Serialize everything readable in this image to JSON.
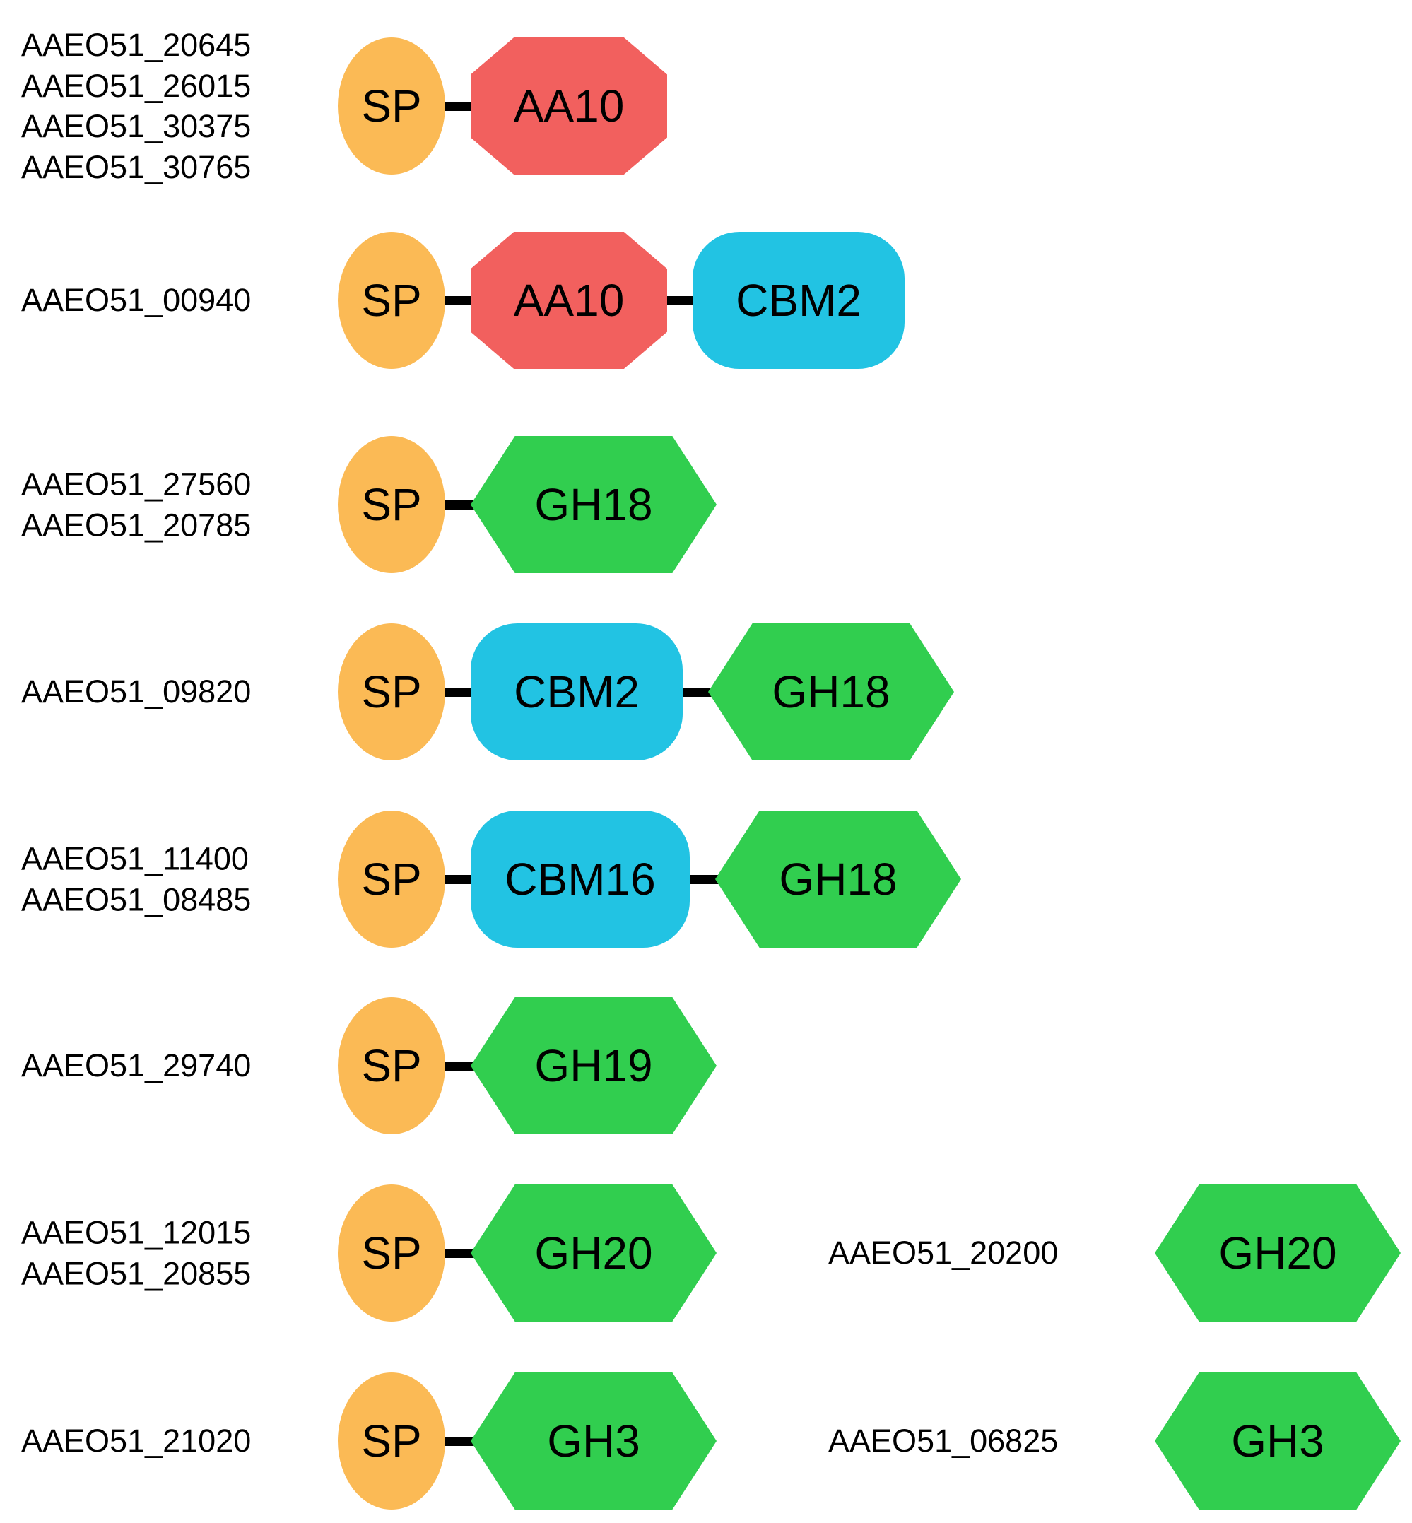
{
  "figure": {
    "description": "Protein domain architecture diagram of AAEO51 genes",
    "background": "#ffffff"
  },
  "palette": {
    "sp": "#FBBA55",
    "aa10": "#F2605E",
    "cbm": "#22C3E3",
    "gh": "#31CE4F",
    "connector": "#000000",
    "text": "#000000"
  },
  "rows": [
    {
      "genes": [
        "AAEO51_20645",
        "AAEO51_26015",
        "AAEO51_30375",
        "AAEO51_30765"
      ],
      "domains": [
        {
          "type": "sp",
          "label": "SP"
        },
        {
          "type": "aa10",
          "label": "AA10"
        }
      ]
    },
    {
      "genes": [
        "AAEO51_00940"
      ],
      "domains": [
        {
          "type": "sp",
          "label": "SP"
        },
        {
          "type": "aa10",
          "label": "AA10"
        },
        {
          "type": "cbm",
          "label": "CBM2"
        }
      ]
    },
    {
      "genes": [
        "AAEO51_27560",
        "AAEO51_20785"
      ],
      "domains": [
        {
          "type": "sp",
          "label": "SP"
        },
        {
          "type": "gh",
          "label": "GH18"
        }
      ]
    },
    {
      "genes": [
        "AAEO51_09820"
      ],
      "domains": [
        {
          "type": "sp",
          "label": "SP"
        },
        {
          "type": "cbm",
          "label": "CBM2"
        },
        {
          "type": "gh",
          "label": "GH18"
        }
      ]
    },
    {
      "genes": [
        "AAEO51_11400",
        "AAEO51_08485"
      ],
      "domains": [
        {
          "type": "sp",
          "label": "SP"
        },
        {
          "type": "cbm",
          "label": "CBM16"
        },
        {
          "type": "gh",
          "label": "GH18"
        }
      ]
    },
    {
      "genes": [
        "AAEO51_29740"
      ],
      "domains": [
        {
          "type": "sp",
          "label": "SP"
        },
        {
          "type": "gh",
          "label": "GH19"
        }
      ]
    },
    {
      "genes": [
        "AAEO51_12015",
        "AAEO51_20855"
      ],
      "domains": [
        {
          "type": "sp",
          "label": "SP"
        },
        {
          "type": "gh",
          "label": "GH20"
        }
      ],
      "extra": {
        "genes": [
          "AAEO51_20200"
        ],
        "domains": [
          {
            "type": "gh",
            "label": "GH20"
          }
        ]
      }
    },
    {
      "genes": [
        "AAEO51_21020"
      ],
      "domains": [
        {
          "type": "sp",
          "label": "SP"
        },
        {
          "type": "gh",
          "label": "GH3"
        }
      ],
      "extra": {
        "genes": [
          "AAEO51_06825"
        ],
        "domains": [
          {
            "type": "gh",
            "label": "GH3"
          }
        ]
      }
    }
  ]
}
